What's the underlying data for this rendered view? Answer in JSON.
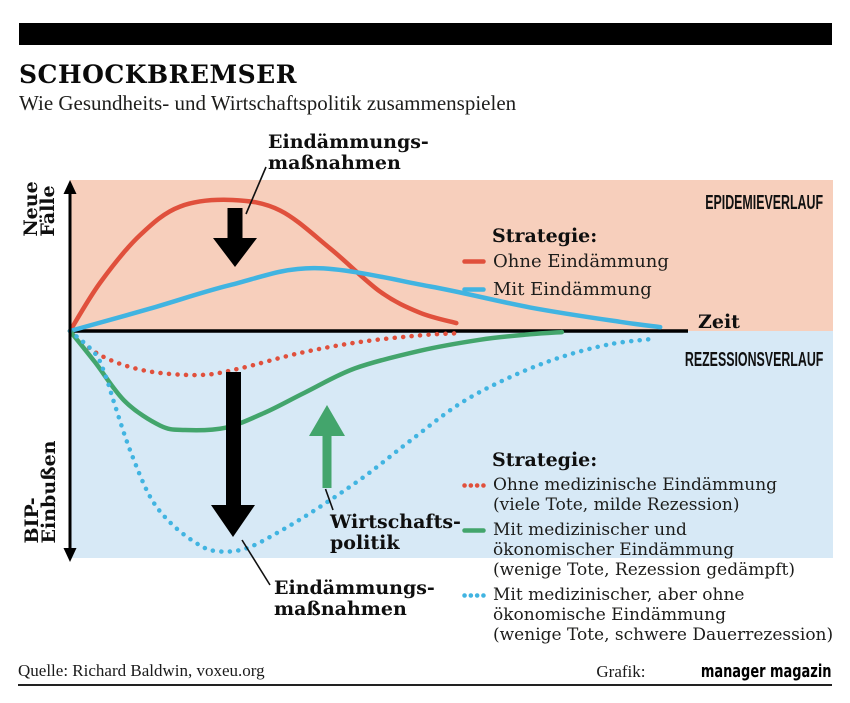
{
  "header": {
    "title": "SCHOCKBREMSER",
    "subtitle": "Wie Gesundheits- und Wirtschaftspolitik zusammenspielen"
  },
  "colors": {
    "accent_red": "#e0503c",
    "accent_blue": "#41b4e1",
    "accent_green": "#43a56c",
    "epidemic_bg": "#f7cfbc",
    "recession_bg": "#d7e9f6",
    "bar_black": "#000000"
  },
  "annotations": {
    "containment_top": "Eindämmungs-\nmaßnahmen",
    "containment_bottom": "Eindämmungs-\nmaßnahmen",
    "economic_policy": "Wirtschafts-\npolitik"
  },
  "footer": {
    "source": "Quelle: Richard Baldwin, voxeu.org",
    "credit_prefix": "Grafik:",
    "credit_brand": "manager magazin"
  },
  "chart_data": [
    {
      "id": "epidemic",
      "type": "line",
      "section_label": "EPIDEMIEVERLAUF",
      "x_axis_label": "Zeit",
      "y_axis_label": "Neue\nFälle",
      "legend_title": "Strategie:",
      "axis_ranges": "qualitative, no numeric ticks; curves above time axis",
      "series": [
        {
          "name": "Ohne Eindämmung",
          "color": "#e0503c",
          "style": "solid",
          "legend_lines": [
            "Ohne Eindämmung"
          ],
          "points": [
            [
              0,
              0
            ],
            [
              0.049,
              0.37
            ],
            [
              0.113,
              0.73
            ],
            [
              0.178,
              0.95
            ],
            [
              0.263,
              1.0
            ],
            [
              0.34,
              0.92
            ],
            [
              0.421,
              0.63
            ],
            [
              0.502,
              0.3
            ],
            [
              0.566,
              0.14
            ],
            [
              0.625,
              0.06
            ]
          ]
        },
        {
          "name": "Mit Eindämmung",
          "color": "#41b4e1",
          "style": "solid",
          "legend_lines": [
            "Mit Eindämmung"
          ],
          "points": [
            [
              0,
              0
            ],
            [
              0.129,
              0.17
            ],
            [
              0.259,
              0.35
            ],
            [
              0.396,
              0.48
            ],
            [
              0.583,
              0.34
            ],
            [
              0.744,
              0.18
            ],
            [
              0.89,
              0.07
            ],
            [
              0.955,
              0.03
            ]
          ]
        }
      ]
    },
    {
      "id": "recession",
      "type": "line",
      "section_label": "REZESSIONSVERLAUF",
      "y_axis_label": "BIP-\nEinbußen",
      "legend_title": "Strategie:",
      "axis_ranges": "qualitative, no numeric ticks; curves below time axis (GDP losses)",
      "series": [
        {
          "name": "Ohne medizinische Eindämmung",
          "color": "#e0503c",
          "style": "dotted",
          "legend_lines": [
            "Ohne medizinische Eindämmung",
            "(viele Tote, milde Rezession)"
          ],
          "points": [
            [
              0,
              0
            ],
            [
              0.049,
              0.11
            ],
            [
              0.121,
              0.18
            ],
            [
              0.21,
              0.2
            ],
            [
              0.275,
              0.17
            ],
            [
              0.372,
              0.1
            ],
            [
              0.469,
              0.05
            ],
            [
              0.566,
              0.02
            ],
            [
              0.628,
              0.01
            ]
          ]
        },
        {
          "name": "Mit medizinischer und ökonomischer Eindämmung",
          "color": "#43a56c",
          "style": "solid",
          "legend_lines": [
            "Mit medizinischer und",
            "ökonomischer Eindämmung",
            "(wenige Tote, Rezession gedämpft)"
          ],
          "points": [
            [
              0,
              0
            ],
            [
              0.04,
              0.14
            ],
            [
              0.089,
              0.32
            ],
            [
              0.146,
              0.43
            ],
            [
              0.186,
              0.45
            ],
            [
              0.251,
              0.44
            ],
            [
              0.316,
              0.37
            ],
            [
              0.38,
              0.28
            ],
            [
              0.461,
              0.17
            ],
            [
              0.566,
              0.09
            ],
            [
              0.663,
              0.04
            ],
            [
              0.744,
              0.015
            ],
            [
              0.796,
              0.005
            ]
          ]
        },
        {
          "name": "Mit medizinischer, aber ohne ökonomische Eindämmung",
          "color": "#41b4e1",
          "style": "dotted",
          "legend_lines": [
            "Mit medizinischer, aber ohne",
            "ökonomische Eindämmung",
            "(wenige Tote, schwere Dauerrezession)"
          ],
          "points": [
            [
              0,
              0
            ],
            [
              0.04,
              0.1
            ],
            [
              0.057,
              0.2
            ],
            [
              0.073,
              0.34
            ],
            [
              0.097,
              0.54
            ],
            [
              0.129,
              0.75
            ],
            [
              0.162,
              0.87
            ],
            [
              0.202,
              0.96
            ],
            [
              0.235,
              1.0
            ],
            [
              0.283,
              0.99
            ],
            [
              0.34,
              0.91
            ],
            [
              0.404,
              0.8
            ],
            [
              0.477,
              0.66
            ],
            [
              0.55,
              0.5
            ],
            [
              0.631,
              0.33
            ],
            [
              0.712,
              0.21
            ],
            [
              0.793,
              0.12
            ],
            [
              0.874,
              0.06
            ],
            [
              0.946,
              0.035
            ]
          ]
        }
      ]
    }
  ]
}
